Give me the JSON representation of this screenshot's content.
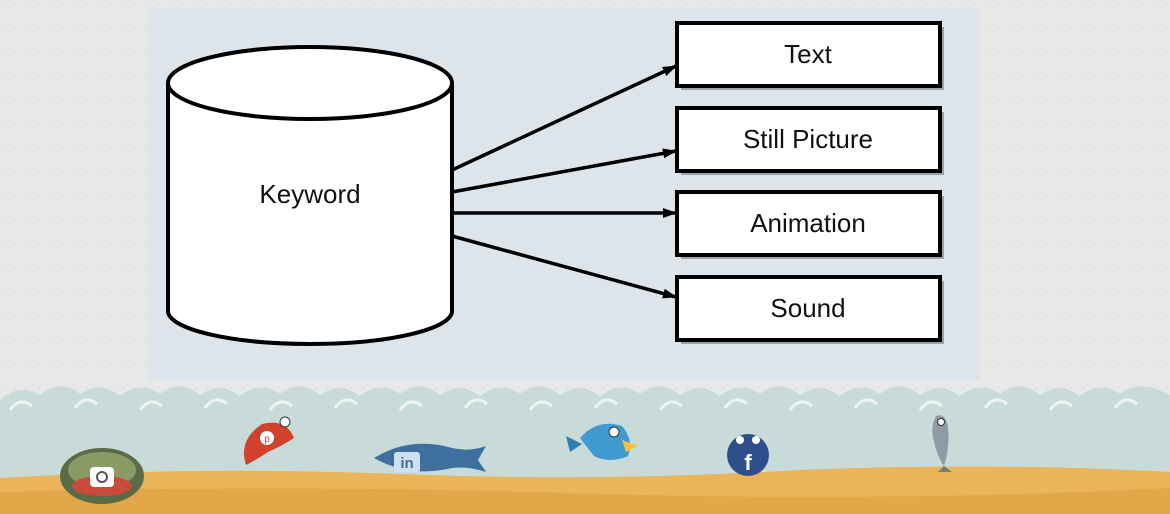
{
  "diagram": {
    "source": {
      "shape": "cylinder",
      "label": "Keyword"
    },
    "targets": [
      {
        "label": "Text"
      },
      {
        "label": "Still Picture"
      },
      {
        "label": "Animation"
      },
      {
        "label": "Sound"
      }
    ],
    "edges": [
      {
        "from": "Keyword",
        "to": "Text"
      },
      {
        "from": "Keyword",
        "to": "Still Picture"
      },
      {
        "from": "Keyword",
        "to": "Animation"
      },
      {
        "from": "Keyword",
        "to": "Sound"
      }
    ]
  },
  "footer": {
    "social_icons": [
      {
        "name": "instagram-icon",
        "label": "instagram"
      },
      {
        "name": "pinterest-icon",
        "label": "pinterest"
      },
      {
        "name": "linkedin-icon",
        "label": "in"
      },
      {
        "name": "twitter-icon",
        "label": "twitter"
      },
      {
        "name": "facebook-icon",
        "label": "f"
      },
      {
        "name": "share-icon",
        "label": "share"
      }
    ]
  },
  "colors": {
    "panel": "#dde5ea",
    "wave": "#c9dbd8",
    "sand": "#e9b45a",
    "outline": "#000000"
  }
}
